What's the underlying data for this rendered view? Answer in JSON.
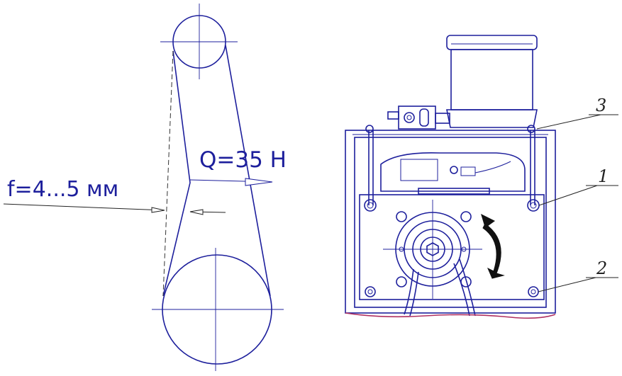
{
  "labels": {
    "deflection": "f=4...5 мм",
    "force": "Q=35 Н",
    "callout_1": "1",
    "callout_2": "2",
    "callout_3": "3"
  },
  "colors": {
    "line": "#1d1f9c",
    "dark": "#222222",
    "base_edge": "#b03060"
  }
}
